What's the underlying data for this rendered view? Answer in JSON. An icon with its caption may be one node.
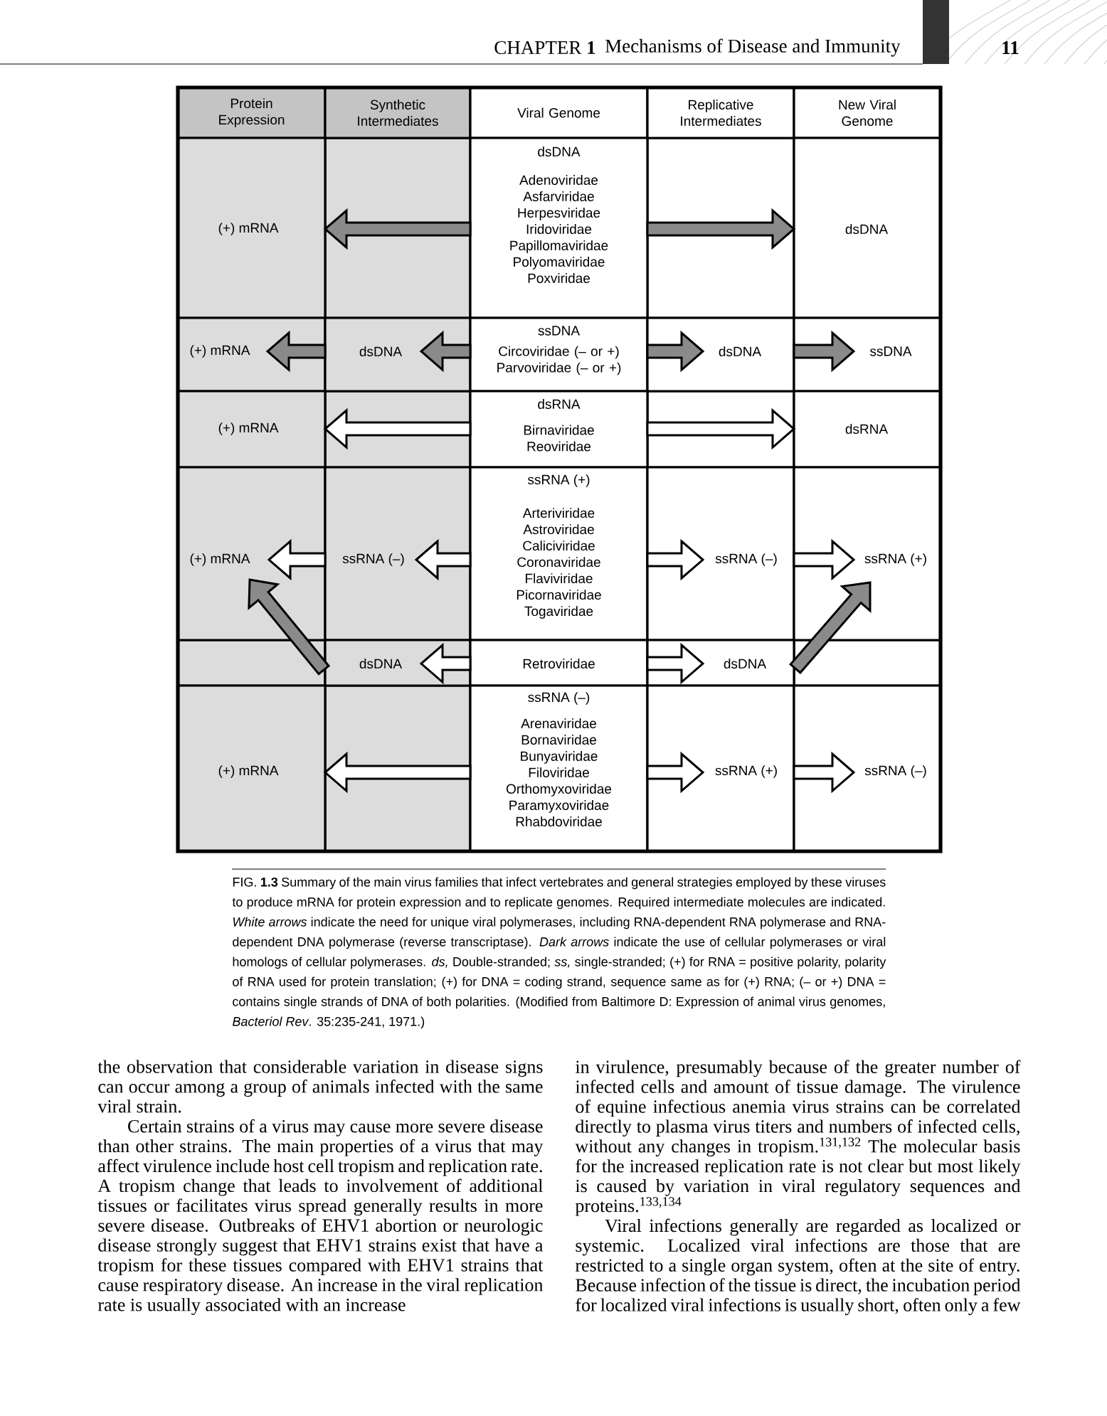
{
  "diagram": {
    "caption": "FIG. **1.3** Summary of the main virus families that infect vertebrates and general strategies employed by these viruses to produce mRNA for protein expression and to replicate genomes. Required intermediate molecules are indicated. *White arrows* indicate the need for unique viral polymerases, including RNA-dependent RNA polymerase and RNA-dependent DNA polymerase (reverse transcriptase). *Dark arrows* indicate the use of cellular polymerases or viral homologs of cellular polymerases. *ds,* Double-stranded; *ss,* single-stranded; (+) for RNA = positive polarity, polarity of RNA used for protein translation; (+) for DNA = coding strand, sequence same as for (+) RNA; (– or +) DNA = contains single strands of DNA of both polarities. (Modified from Baltimore D: Expression of animal virus genomes, *Bacteriol Rev*. 35:235-241, 1971.)",
    "nodes": [
      {
        "text": [
          "Protein Expression"
        ]
      },
      {
        "text": [
          "Synthetic Intermediates"
        ]
      },
      {
        "text": [
          "Viral Genome"
        ]
      },
      {
        "text": [
          "Replicative Intermediates"
        ]
      },
      {
        "text": [
          "New Viral Genome"
        ]
      },
      {
        "text": [
          "(+) mRNA"
        ]
      },
      {
        "text": [
          "dsDNA",
          "Adenoviridae Asfarviridae Herpesviridae Iridoviridae Papillomaviridae Polyomaviridae Poxviridae"
        ]
      },
      {
        "text": [
          "dsDNA"
        ]
      },
      {
        "text": [
          "(+) mRNA"
        ]
      },
      {
        "text": [
          "dsDNA"
        ]
      },
      {
        "text": [
          "ssDNA",
          "Circoviridae (– or +) Parvoviridae (– or +)"
        ]
      },
      {
        "text": [
          "dsDNA"
        ]
      },
      {
        "text": [
          "ssDNA"
        ]
      },
      {
        "text": [
          "(+) mRNA"
        ]
      },
      {
        "text": [
          "dsRNA",
          "Birnaviridae Reoviridae"
        ]
      },
      {
        "text": [
          "dsRNA"
        ]
      },
      {
        "text": [
          "(+) mRNA"
        ]
      },
      {
        "text": [
          "ssRNA (–)"
        ]
      },
      {
        "text": [
          "ssRNA (+)",
          "Arteriviridae Astroviridae Caliciviridae Coronaviridae Flaviviridae Picornaviridae Togaviridae"
        ]
      },
      {
        "text": [
          "ssRNA (–)"
        ]
      },
      {
        "text": [
          "ssRNA (+)"
        ]
      },
      {
        "text": [
          "dsDNA"
        ]
      },
      {
        "text": [
          "Retroviridae"
        ]
      },
      {
        "text": [
          "dsDNA"
        ]
      },
      {
        "text": [
          "(+) mRNA"
        ]
      },
      {
        "text": [
          "ssRNA (–)",
          "Arenaviridae Bornaviridae Bunyaviridae Filoviridae Orthomyxoviridae Paramyxoviridae Rhabdoviridae"
        ]
      },
      {
        "text": [
          "ssRNA (+)"
        ]
      },
      {
        "text": [
          "ssRNA (–)"
        ]
      }
    ],
    "edges": [
      {
        "from": 6,
        "to": 5,
        "arrow": "to",
        "color": "#8a8a8a"
      },
      {
        "from": 6,
        "to": 7,
        "arrow": "to",
        "color": "#8a8a8a"
      },
      {
        "from": 10,
        "to": 9,
        "arrow": "to",
        "color": "#8a8a8a"
      },
      {
        "from": 9,
        "to": 8,
        "arrow": "to",
        "color": "#8a8a8a"
      },
      {
        "from": 10,
        "to": 11,
        "arrow": "to",
        "color": "#8a8a8a"
      },
      {
        "from": 11,
        "to": 12,
        "arrow": "to",
        "color": "#8a8a8a"
      },
      {
        "from": 14,
        "to": 13,
        "arrow": "to"
      },
      {
        "from": 14,
        "to": 15,
        "arrow": "to"
      },
      {
        "from": 18,
        "to": 17,
        "arrow": "to"
      },
      {
        "from": 17,
        "to": 16,
        "arrow": "to"
      },
      {
        "from": 18,
        "to": 19,
        "arrow": "to"
      },
      {
        "from": 19,
        "to": 20,
        "arrow": "to"
      },
      {
        "from": 22,
        "to": 21,
        "arrow": "to"
      },
      {
        "from": 22,
        "to": 23,
        "arrow": "to"
      },
      {
        "from": 21,
        "to": 16,
        "arrow": "to",
        "color": "#8a8a8a"
      },
      {
        "from": 23,
        "to": 20,
        "arrow": "to",
        "color": "#8a8a8a"
      },
      {
        "from": 25,
        "to": 24,
        "arrow": "to"
      },
      {
        "from": 25,
        "to": 26,
        "arrow": "to"
      },
      {
        "from": 26,
        "to": 27,
        "arrow": "to"
      }
    ],
    "labels": [
      "CHAPTER **1**",
      "Mechanisms of Disease and Immunity",
      "11",
      "the observation that considerable variation in disease signs can occur among a group of animals infected with the same viral strain.",
      "Certain strains of a virus may cause more severe disease than other strains. The main properties of a virus that may affect virulence include host cell tropism and replication rate. A tropism change that leads to involvement of additional tissues or facilitates virus spread generally results in more severe disease. Outbreaks of EHV1 abortion or neurologic disease strongly suggest that EHV1 strains exist that have a tropism for these tissues compared with EHV1 strains that cause respiratory disease. An increase in the viral replication rate is usually associated with an increase",
      "in virulence, presumably because of the greater number of infected cells and amount of tissue damage. The virulence of equine infectious anemia virus strains can be correlated directly to plasma virus titers and numbers of infected cells, without any changes in tropism.$^{131,132}$ The molecular basis for the increased replication rate is not clear but most likely is caused by variation in viral regulatory sequences and proteins.$^{133,134}$",
      "Viral infections generally are regarded as localized or systemic. Localized viral infections are those that are restricted to a single organ system, often at the site of entry. Because infection of the tissue is direct, the incubation period for localized viral infections is usually short, often only a few"
    ]
  }
}
